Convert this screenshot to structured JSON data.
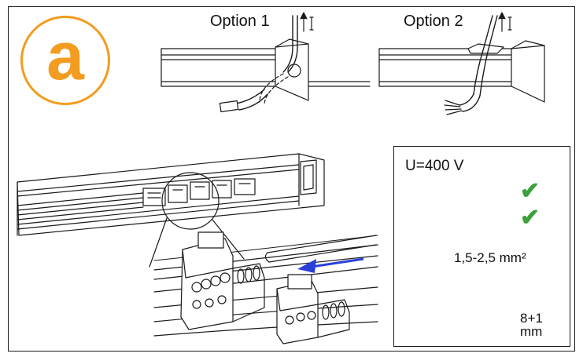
{
  "badge": {
    "letter": "a",
    "color": "#f39c1f"
  },
  "options": [
    {
      "label": "Option 1"
    },
    {
      "label": "Option 2"
    }
  ],
  "cable_specs": {
    "voltage": "U=400 V",
    "cross_section": "1,5-2,5 mm²",
    "strip_length_value": "8+1",
    "strip_length_unit": "mm",
    "check_color": "#3ca03c",
    "checks": [
      "✔",
      "✔"
    ]
  },
  "insert_arrow_color": "#2a3fd8"
}
